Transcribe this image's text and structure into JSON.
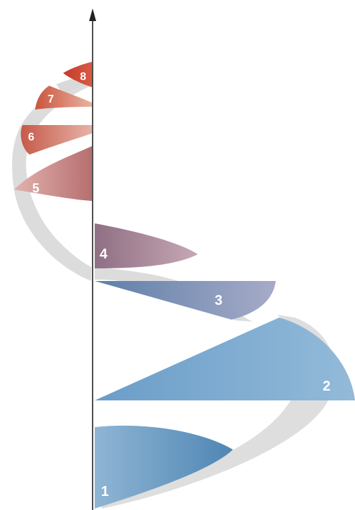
{
  "diagram": {
    "segments": [
      {
        "label": "1",
        "color": "#6f9cc0"
      },
      {
        "label": "2",
        "color": "#5f93c0"
      },
      {
        "label": "3",
        "color": "#8596b8"
      },
      {
        "label": "4",
        "color": "#a98a9a"
      },
      {
        "label": "5",
        "color": "#c98986"
      },
      {
        "label": "6",
        "color": "#d2786a"
      },
      {
        "label": "7",
        "color": "#d46b57"
      },
      {
        "label": "8",
        "color": "#d24b3a"
      }
    ],
    "ribbon_color": "#dcdcdc",
    "axis_color": "#222222"
  }
}
